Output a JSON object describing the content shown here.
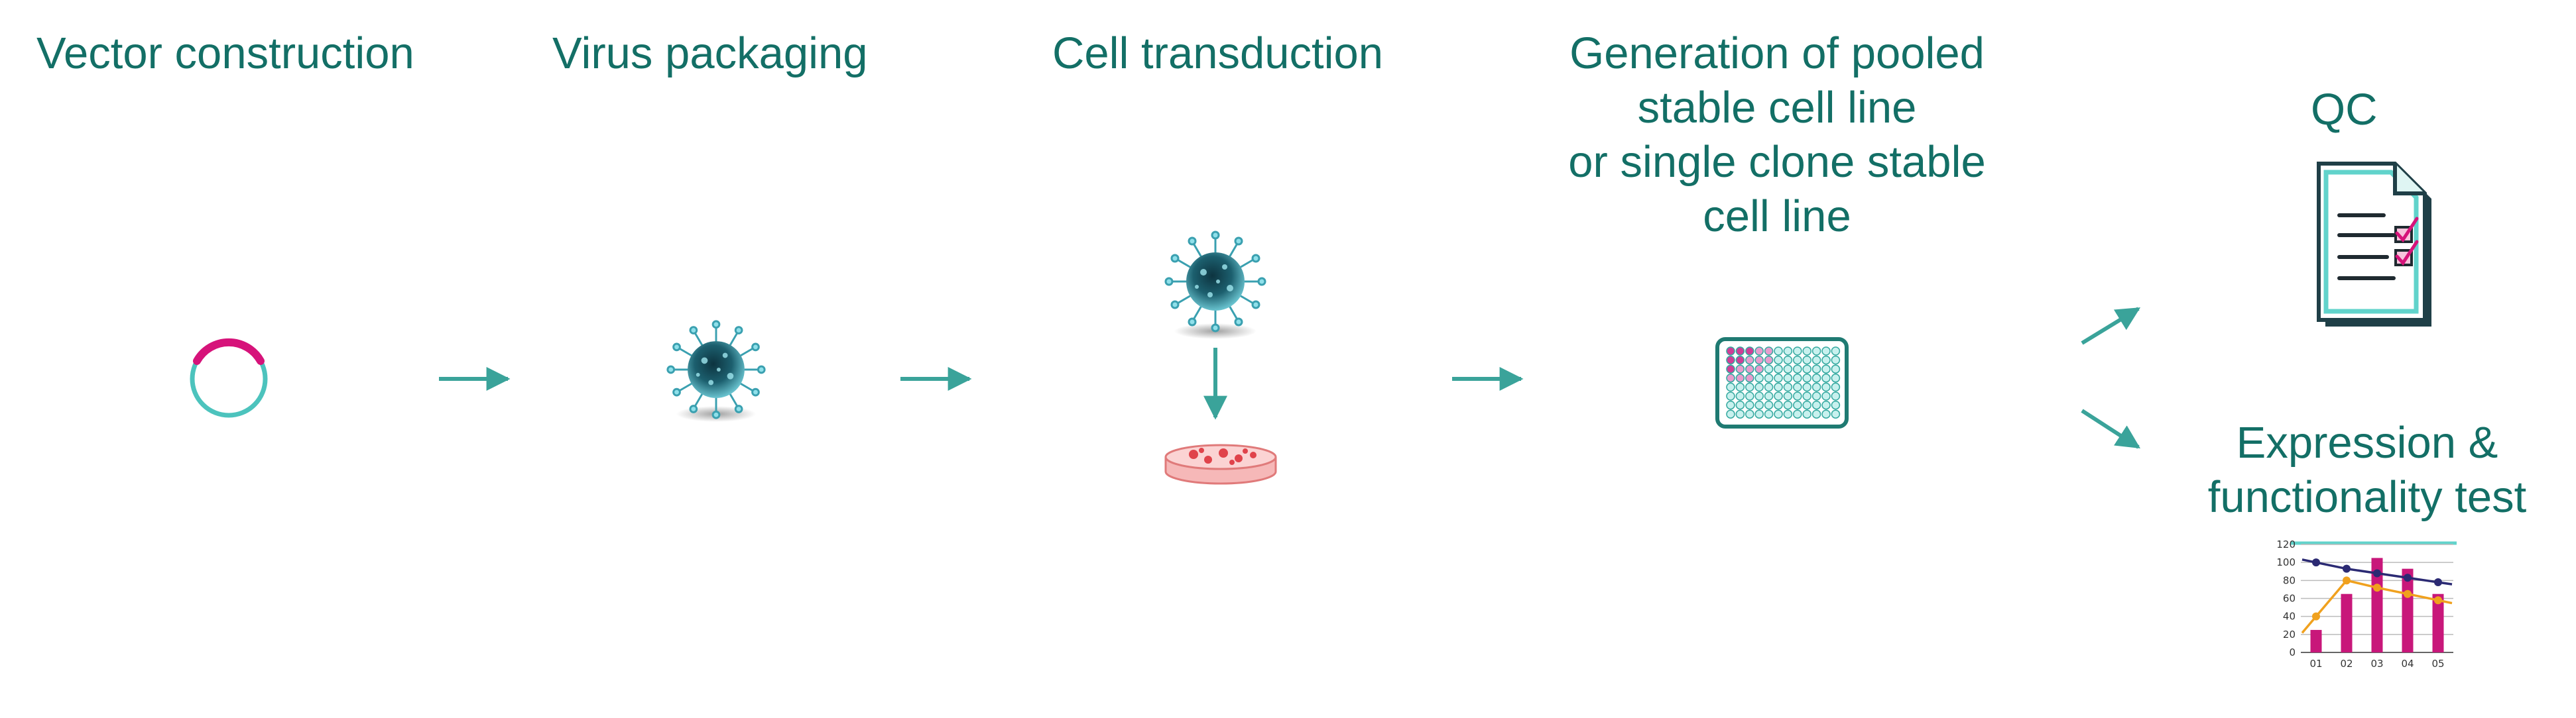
{
  "steps": {
    "vector_construction": "Vector construction",
    "virus_packaging": "Virus packaging",
    "cell_transduction": "Cell transduction",
    "generation": "Generation of pooled\nstable cell line\nor single clone stable\ncell line",
    "qc": "QC",
    "expression": "Expression &\nfunctionality test"
  },
  "colors": {
    "teal_text": "#136f66",
    "teal": "#3aa39a",
    "light_teal": "#5fd0c8",
    "magenta": "#c8177a",
    "dark_line": "#2b2a73",
    "orange_line": "#f0a11e"
  },
  "icons": [
    "plasmid-icon",
    "virus-icon",
    "petri-dish-icon",
    "well-plate-icon",
    "checklist-document-icon",
    "bar-line-chart-icon"
  ],
  "chart_data": {
    "type": "bar",
    "categories": [
      "01",
      "02",
      "03",
      "04",
      "05"
    ],
    "ylim": [
      0,
      120
    ],
    "yticks": [
      0,
      20,
      40,
      60,
      80,
      100,
      120
    ],
    "series": [
      {
        "kind": "bar",
        "values": [
          25,
          65,
          105,
          93,
          65
        ]
      },
      {
        "kind": "line",
        "values": [
          100,
          93,
          88,
          83,
          78
        ]
      },
      {
        "kind": "line",
        "values": [
          40,
          80,
          72,
          65,
          58
        ]
      }
    ]
  }
}
